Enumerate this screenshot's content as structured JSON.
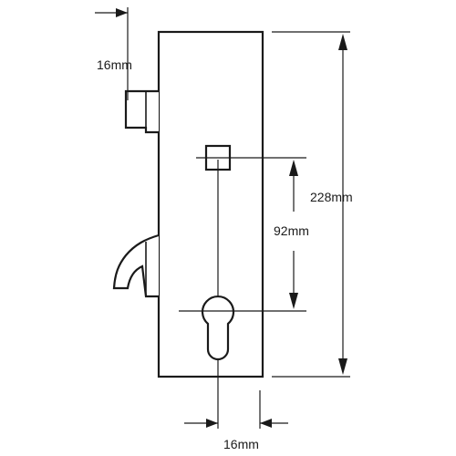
{
  "dimensions": {
    "backset_top": "16mm",
    "total_height": "228mm",
    "centre_distance": "92mm",
    "backset_bottom": "16mm"
  },
  "colors": {
    "line": "#1a1a1a",
    "background": "#ffffff"
  }
}
